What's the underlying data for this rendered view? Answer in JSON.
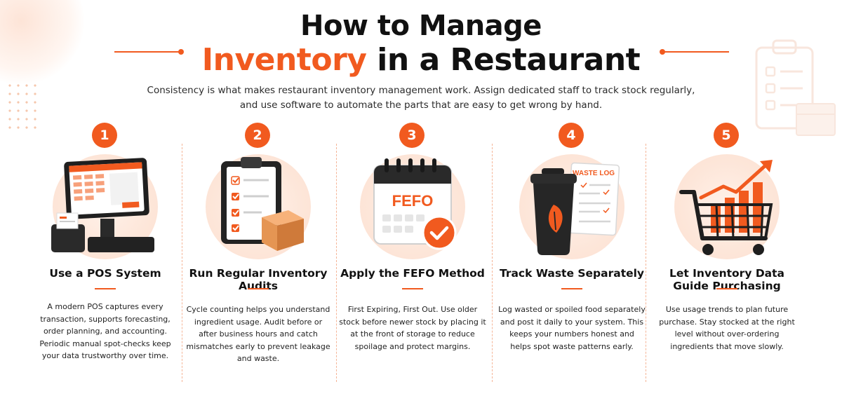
{
  "header": {
    "title_line1": "How to Manage",
    "title_accent": "Inventory",
    "title_rest": " in a Restaurant",
    "subtitle": "Consistency is what makes restaurant inventory management work. Assign dedicated staff to track stock regularly, and use software to automate the parts that are easy to get wrong by hand."
  },
  "colors": {
    "accent": "#f15a1f",
    "text": "#111111",
    "soft_bg": "#fde6d9"
  },
  "steps": [
    {
      "number": "1",
      "title": "Use a POS System",
      "icon": "pos-terminal-icon",
      "description": "A modern POS captures every transaction, supports forecasting, order planning, and accounting. Periodic manual spot-checks keep your data trustworthy over time."
    },
    {
      "number": "2",
      "title": "Run Regular Inventory Audits",
      "icon": "clipboard-checklist-icon",
      "description": "Cycle counting helps you understand ingredient usage. Audit before or after business hours and catch mismatches early to prevent leakage and waste."
    },
    {
      "number": "3",
      "title": "Apply the FEFO Method",
      "icon": "calendar-check-icon",
      "calendar_label": "FEFO",
      "description": "First Expiring, First Out. Use older stock before newer stock by placing it at the front of storage to reduce spoilage and protect margins."
    },
    {
      "number": "4",
      "title": "Track Waste Separately",
      "icon": "trash-bin-icon",
      "log_label": "WASTE LOG",
      "description": "Log wasted or spoiled food separately and post it daily to your system. This keeps your numbers honest and helps spot waste patterns early."
    },
    {
      "number": "5",
      "title": "Let Inventory Data Guide Purchasing",
      "icon": "shopping-cart-chart-icon",
      "description": "Use usage trends to plan future purchase.  Stay stocked at the right level without over-ordering ingredients that move slowly."
    }
  ]
}
